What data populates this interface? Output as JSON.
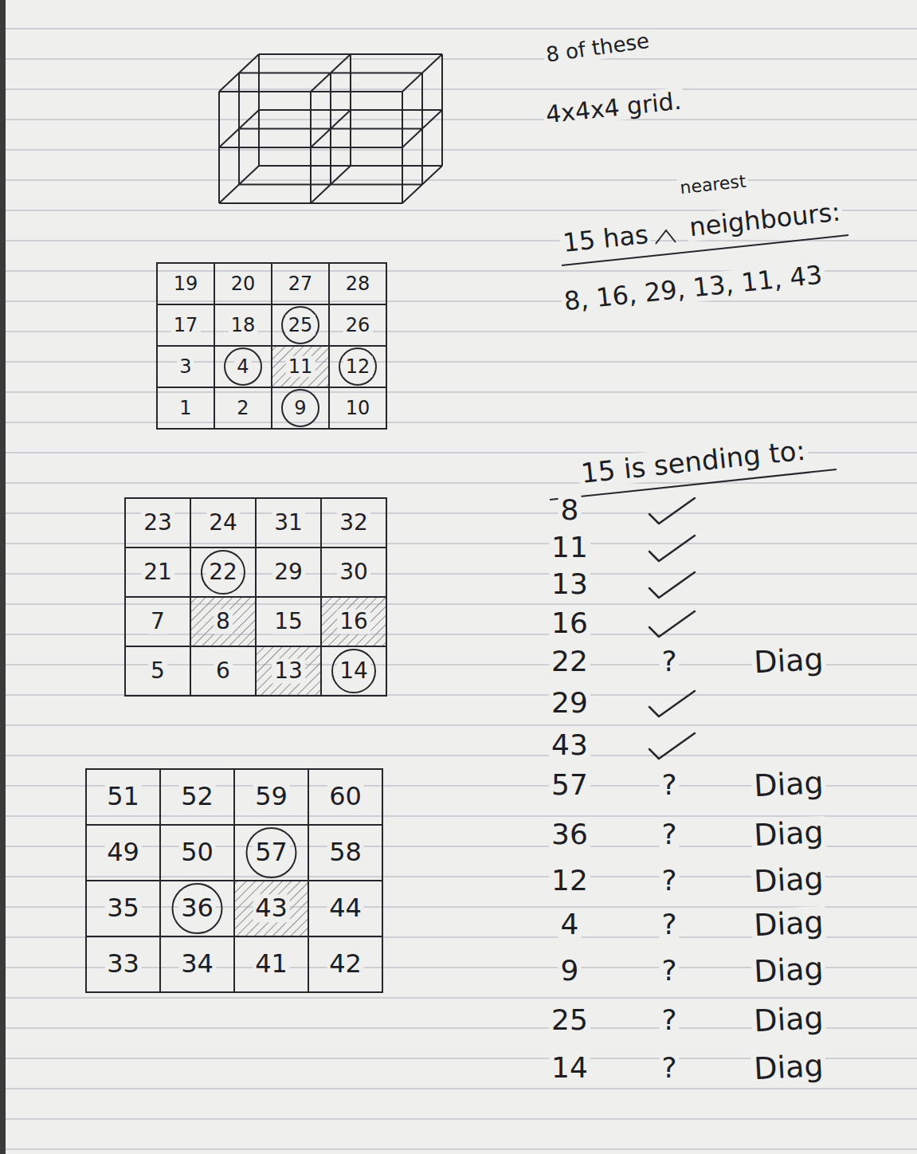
{
  "diagram": {
    "labels": [
      "8 of these",
      "4x4x4 grid.",
      "nearest",
      "15 has",
      "neighbours:",
      "8, 16, 29, 13, 11, 43",
      "19",
      "20",
      "27",
      "28",
      "17",
      "18",
      "25",
      "26",
      "3",
      "4",
      "11",
      "12",
      "1",
      "2",
      "9",
      "10",
      "23",
      "24",
      "31",
      "32",
      "21",
      "22",
      "29",
      "30",
      "7",
      "8",
      "15",
      "16",
      "5",
      "6",
      "13",
      "14",
      "51",
      "52",
      "59",
      "60",
      "49",
      "50",
      "57",
      "58",
      "35",
      "36",
      "43",
      "44",
      "33",
      "34",
      "41",
      "42",
      "15 is sending to:",
      "8",
      "11",
      "13",
      "16",
      "22",
      "?",
      "Diag",
      "29",
      "43",
      "57",
      "?",
      "Diag",
      "36",
      "?",
      "Diag",
      "12",
      "?",
      "Diag",
      "4",
      "?",
      "Diag",
      "9",
      "?",
      "Diag",
      "25",
      "?",
      "Diag",
      "14",
      "?",
      "Diag"
    ]
  }
}
